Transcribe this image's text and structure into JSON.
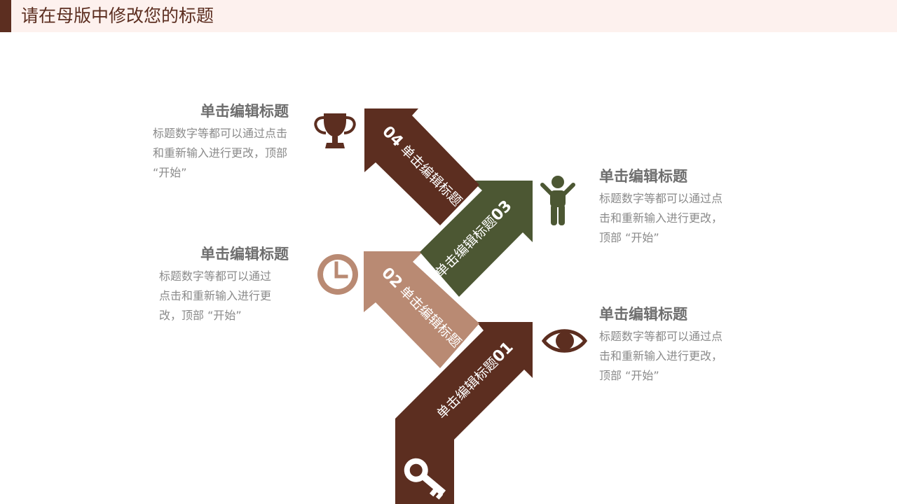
{
  "header": {
    "title": "请在母版中修改您的标题"
  },
  "colors": {
    "dark_brown": "#5c2e20",
    "olive": "#4c5733",
    "tan": "#b98a73",
    "header_bg": "#fdf1ee"
  },
  "steps": [
    {
      "number": "01",
      "label": "单击编辑标题",
      "icon": "eye-icon",
      "title": "单击编辑标题",
      "desc_lines": [
        "标题数字等都可以通过点",
        "击和重新输入进行更改，",
        "顶部 “开始”"
      ]
    },
    {
      "number": "02",
      "label": "单击编辑标题",
      "icon": "clock-icon",
      "title": "单击编辑标题",
      "desc_lines": [
        "标题数字等都可以通过",
        "点击和重新输入进行更",
        "改，顶部 “开始”"
      ]
    },
    {
      "number": "03",
      "label": "单击编辑标题",
      "icon": "person-icon",
      "title": "单击编辑标题",
      "desc_lines": [
        "标题数字等都可以通过点",
        "击和重新输入进行更改，",
        "顶部 “开始”"
      ]
    },
    {
      "number": "04",
      "label": "单击编辑标题",
      "icon": "trophy-icon",
      "title": "单击编辑标题",
      "desc_lines": [
        "标题数字等都可以通过点击",
        "和重新输入进行更改，顶部",
        "“开始”"
      ]
    }
  ],
  "base_icon": "key-icon"
}
